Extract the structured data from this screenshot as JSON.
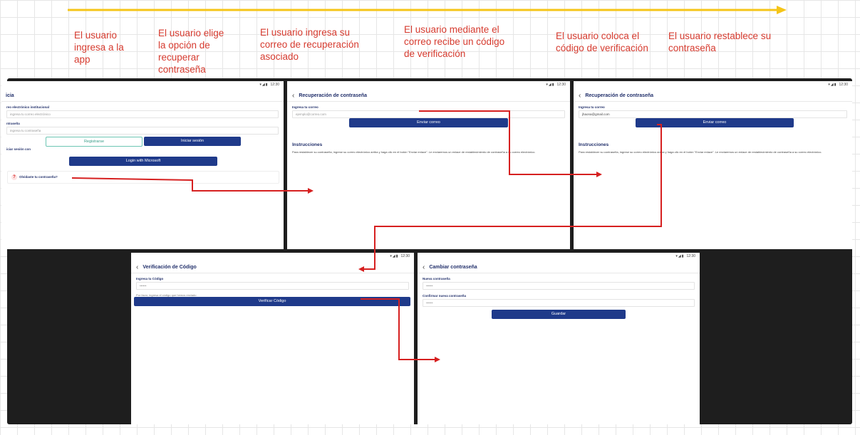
{
  "steps": [
    {
      "label_lines": [
        "El usuario",
        "ingresa a la",
        "app"
      ]
    },
    {
      "label_lines": [
        "El usuario elige",
        "la opción de",
        "recuperar",
        "contraseña"
      ]
    },
    {
      "label_lines": [
        "El usuario ingresa su",
        "correo de recuperación",
        "asociado"
      ]
    },
    {
      "label_lines": [
        "El usuario mediante el",
        "correo recibe un código",
        "de verificación"
      ]
    },
    {
      "label_lines": [
        "El usuario coloca el",
        "código de verificación"
      ]
    },
    {
      "label_lines": [
        "El usuario restablece su",
        "contraseña"
      ]
    }
  ],
  "colors": {
    "timeline": "#f5c518",
    "flow_arrow": "#d62020",
    "step_text": "#d63b2f",
    "primary_button": "#1f3a8a"
  },
  "status_time": "12:30",
  "login": {
    "title": "icia",
    "email_label": "reo electrónico institucional",
    "email_placeholder": "ingresa tu correo electrónico",
    "password_label": "ntraseña",
    "password_placeholder": "ingresa tu contraseña",
    "register_button": "Registrarse",
    "login_button": "Iniciar sesión",
    "alt_label": "iciar sesión con",
    "microsoft_button": "Login with Microsoft",
    "forgot_password": "Olvidaste tu contraseña?"
  },
  "recovery1": {
    "title": "Recuperación de contraseña",
    "email_label": "Ingresa tu correo",
    "email_placeholder": "ejemplo@correo.com",
    "send_button": "Enviar correo",
    "instructions_title": "Instrucciones",
    "instructions_text": "Para restablecer su contraseña, ingrese su correo electrónico arriba y haga clic en el botón \"Enviar enlace\". Le enviaremos un enlace de restablecimiento de contraseña a su correo electrónico."
  },
  "recovery2": {
    "title": "Recuperación de contraseña",
    "email_label": "Ingresa tu correo",
    "email_value": "jhaona@gmail.com",
    "send_button": "Enviar correo",
    "instructions_title": "Instrucciones",
    "instructions_text": "Para restablecer su contraseña, ingrese su correo electrónico arriba y haga clic en el botón \"Enviar enlace\". Le enviaremos un enlace de restablecimiento de contraseña a su correo electrónico."
  },
  "verify": {
    "title": "Verificación de Código",
    "code_label": "Ingresa tu Código",
    "code_placeholder": "••••••",
    "hint": "Por favor, ingresa el código que hemos enviado",
    "verify_button": "Verificar Código"
  },
  "change": {
    "title": "Cambiar contraseña",
    "new_label": "Nueva contraseña",
    "new_placeholder": "••••••",
    "confirm_label": "Confirmar nueva contraseña",
    "confirm_placeholder": "••••••",
    "save_button": "Guardar"
  }
}
